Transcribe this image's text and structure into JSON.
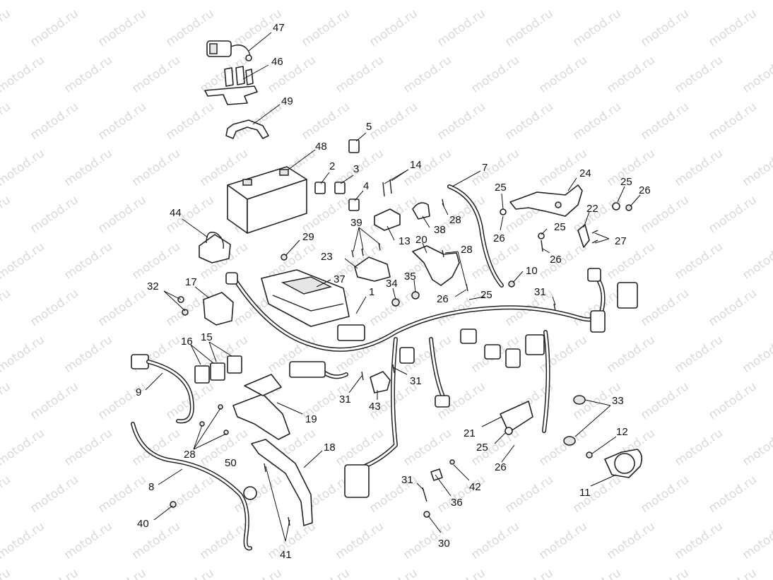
{
  "diagram": {
    "watermark_text": "motod.ru",
    "callouts": [
      {
        "id": "c47",
        "text": "47"
      },
      {
        "id": "c46",
        "text": "46"
      },
      {
        "id": "c49",
        "text": "49"
      },
      {
        "id": "c5",
        "text": "5"
      },
      {
        "id": "c48",
        "text": "48"
      },
      {
        "id": "c2",
        "text": "2"
      },
      {
        "id": "c3",
        "text": "3"
      },
      {
        "id": "c4",
        "text": "4"
      },
      {
        "id": "c14",
        "text": "14"
      },
      {
        "id": "c7",
        "text": "7"
      },
      {
        "id": "c25a",
        "text": "25"
      },
      {
        "id": "c24",
        "text": "24"
      },
      {
        "id": "c25b",
        "text": "25"
      },
      {
        "id": "c26a",
        "text": "26"
      },
      {
        "id": "c44",
        "text": "44"
      },
      {
        "id": "c39",
        "text": "39"
      },
      {
        "id": "c28a",
        "text": "28"
      },
      {
        "id": "c26b",
        "text": "26"
      },
      {
        "id": "c22",
        "text": "22"
      },
      {
        "id": "c25c",
        "text": "25"
      },
      {
        "id": "c27",
        "text": "27"
      },
      {
        "id": "c29",
        "text": "29"
      },
      {
        "id": "c13",
        "text": "13"
      },
      {
        "id": "c38",
        "text": "38"
      },
      {
        "id": "c20",
        "text": "20"
      },
      {
        "id": "c28b",
        "text": "28"
      },
      {
        "id": "c26c",
        "text": "26"
      },
      {
        "id": "c23",
        "text": "23"
      },
      {
        "id": "c10",
        "text": "10"
      },
      {
        "id": "c37",
        "text": "37"
      },
      {
        "id": "c35",
        "text": "35"
      },
      {
        "id": "c32",
        "text": "32"
      },
      {
        "id": "c17",
        "text": "17"
      },
      {
        "id": "c34",
        "text": "34"
      },
      {
        "id": "c1",
        "text": "1"
      },
      {
        "id": "c26d",
        "text": "26"
      },
      {
        "id": "c25d",
        "text": "25"
      },
      {
        "id": "c31a",
        "text": "31"
      },
      {
        "id": "c16",
        "text": "16"
      },
      {
        "id": "c15",
        "text": "15"
      },
      {
        "id": "c9",
        "text": "9"
      },
      {
        "id": "c31b",
        "text": "31"
      },
      {
        "id": "c31c",
        "text": "31"
      },
      {
        "id": "c43",
        "text": "43"
      },
      {
        "id": "c19",
        "text": "19"
      },
      {
        "id": "c33",
        "text": "33"
      },
      {
        "id": "c28c",
        "text": "28"
      },
      {
        "id": "c21",
        "text": "21"
      },
      {
        "id": "c25e",
        "text": "25"
      },
      {
        "id": "c12",
        "text": "12"
      },
      {
        "id": "c18",
        "text": "18"
      },
      {
        "id": "c26e",
        "text": "26"
      },
      {
        "id": "c50",
        "text": "50"
      },
      {
        "id": "c8",
        "text": "8"
      },
      {
        "id": "c31d",
        "text": "31"
      },
      {
        "id": "c42",
        "text": "42"
      },
      {
        "id": "c11",
        "text": "11"
      },
      {
        "id": "c36",
        "text": "36"
      },
      {
        "id": "c40",
        "text": "40"
      },
      {
        "id": "c30",
        "text": "30"
      },
      {
        "id": "c41",
        "text": "41"
      }
    ]
  }
}
